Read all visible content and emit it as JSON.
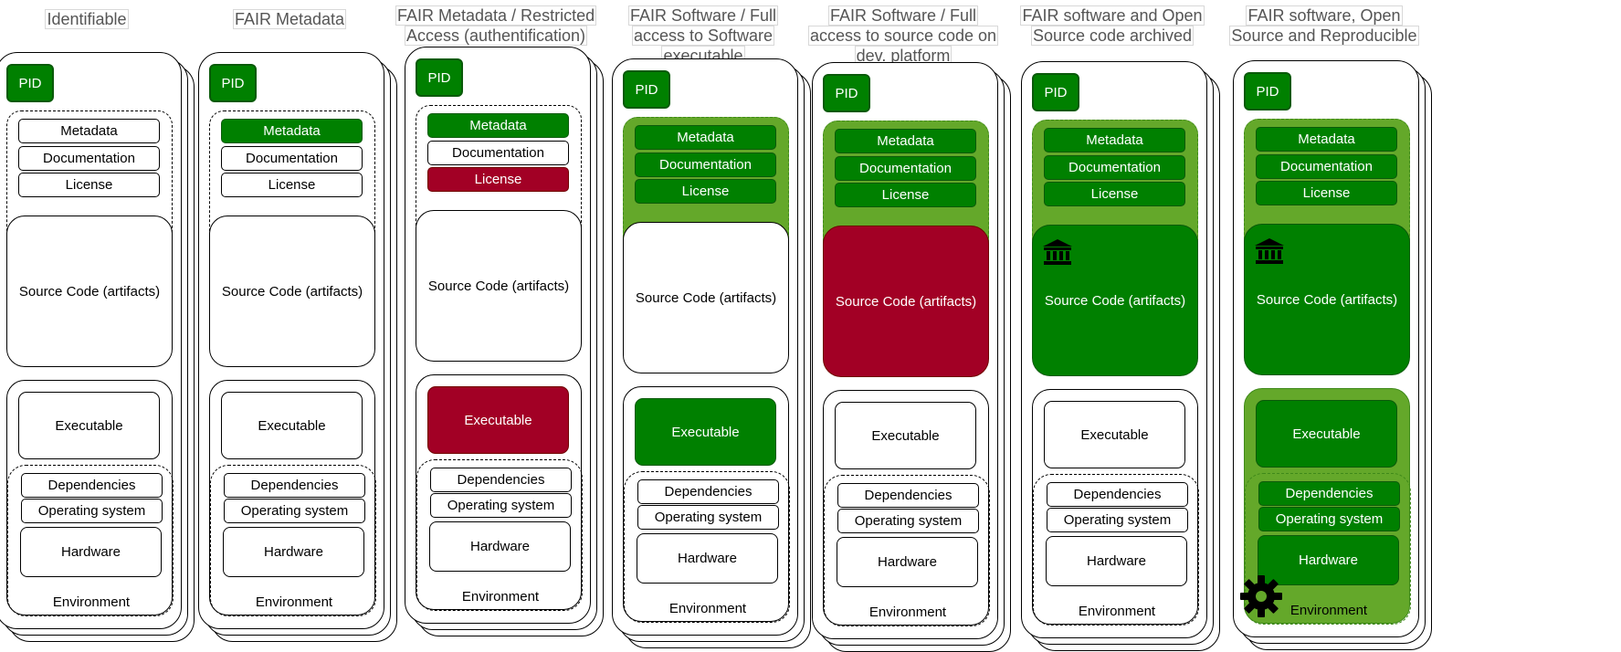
{
  "columns": [
    {
      "title": "Identifiable",
      "pid": "PID",
      "metadata": "Metadata",
      "documentation": "Documentation",
      "license": "License",
      "source_code": "Source Code (artifacts)",
      "executable": "Executable",
      "dependencies": "Dependencies",
      "operating_system": "Operating system",
      "hardware": "Hardware",
      "environment": "Environment",
      "status": {
        "metadata": "none",
        "documentation": "none",
        "license": "none",
        "metadata_group": "none",
        "source_code": "none",
        "executable": "none",
        "environment_group": "none",
        "archived": false,
        "reproducible": false
      }
    },
    {
      "title": "FAIR Metadata",
      "pid": "PID",
      "metadata": "Metadata",
      "documentation": "Documentation",
      "license": "License",
      "source_code": "Source Code (artifacts)",
      "executable": "Executable",
      "dependencies": "Dependencies",
      "operating_system": "Operating system",
      "hardware": "Hardware",
      "environment": "Environment",
      "status": {
        "metadata": "open",
        "documentation": "none",
        "license": "none",
        "metadata_group": "none",
        "source_code": "none",
        "executable": "none",
        "environment_group": "none",
        "archived": false,
        "reproducible": false
      }
    },
    {
      "title": "FAIR Metadata / Restricted Access (authentification)",
      "pid": "PID",
      "metadata": "Metadata",
      "documentation": "Documentation",
      "license": "License",
      "source_code": "Source Code (artifacts)",
      "executable": "Executable",
      "dependencies": "Dependencies",
      "operating_system": "Operating system",
      "hardware": "Hardware",
      "environment": "Environment",
      "status": {
        "metadata": "open",
        "documentation": "none",
        "license": "restricted",
        "metadata_group": "none",
        "source_code": "none",
        "executable": "restricted",
        "environment_group": "none",
        "archived": false,
        "reproducible": false
      }
    },
    {
      "title": "FAIR Software / Full access to Software executable",
      "pid": "PID",
      "metadata": "Metadata",
      "documentation": "Documentation",
      "license": "License",
      "source_code": "Source Code (artifacts)",
      "executable": "Executable",
      "dependencies": "Dependencies",
      "operating_system": "Operating system",
      "hardware": "Hardware",
      "environment": "Environment",
      "status": {
        "metadata": "open",
        "documentation": "open",
        "license": "open",
        "metadata_group": "open",
        "source_code": "none",
        "executable": "open",
        "environment_group": "none",
        "archived": false,
        "reproducible": false
      }
    },
    {
      "title": "FAIR Software / Full access to source code on dev. platform",
      "pid": "PID",
      "metadata": "Metadata",
      "documentation": "Documentation",
      "license": "License",
      "source_code": "Source Code (artifacts)",
      "executable": "Executable",
      "dependencies": "Dependencies",
      "operating_system": "Operating system",
      "hardware": "Hardware",
      "environment": "Environment",
      "status": {
        "metadata": "open",
        "documentation": "open",
        "license": "open",
        "metadata_group": "open",
        "source_code": "restricted",
        "executable": "none",
        "environment_group": "none",
        "archived": false,
        "reproducible": false
      }
    },
    {
      "title": "FAIR software and Open Source code archived",
      "pid": "PID",
      "metadata": "Metadata",
      "documentation": "Documentation",
      "license": "License",
      "source_code": "Source Code (artifacts)",
      "executable": "Executable",
      "dependencies": "Dependencies",
      "operating_system": "Operating system",
      "hardware": "Hardware",
      "environment": "Environment",
      "status": {
        "metadata": "open",
        "documentation": "open",
        "license": "open",
        "metadata_group": "open",
        "source_code": "open",
        "executable": "none",
        "environment_group": "none",
        "archived": true,
        "reproducible": false
      }
    },
    {
      "title": "FAIR software, Open Source and Reproducible",
      "pid": "PID",
      "metadata": "Metadata",
      "documentation": "Documentation",
      "license": "License",
      "source_code": "Source Code (artifacts)",
      "executable": "Executable",
      "dependencies": "Dependencies",
      "operating_system": "Operating system",
      "hardware": "Hardware",
      "environment": "Environment",
      "status": {
        "metadata": "open",
        "documentation": "open",
        "license": "open",
        "metadata_group": "open",
        "source_code": "open",
        "executable": "open",
        "environment_group": "open",
        "archived": true,
        "reproducible": true
      }
    }
  ],
  "colors": {
    "open": "#008000",
    "open_group": "#64a82a",
    "restricted": "#a20025",
    "title_text": "#555555"
  },
  "icons": {
    "archive": "bank-icon",
    "reproducible": "gear-icon"
  }
}
